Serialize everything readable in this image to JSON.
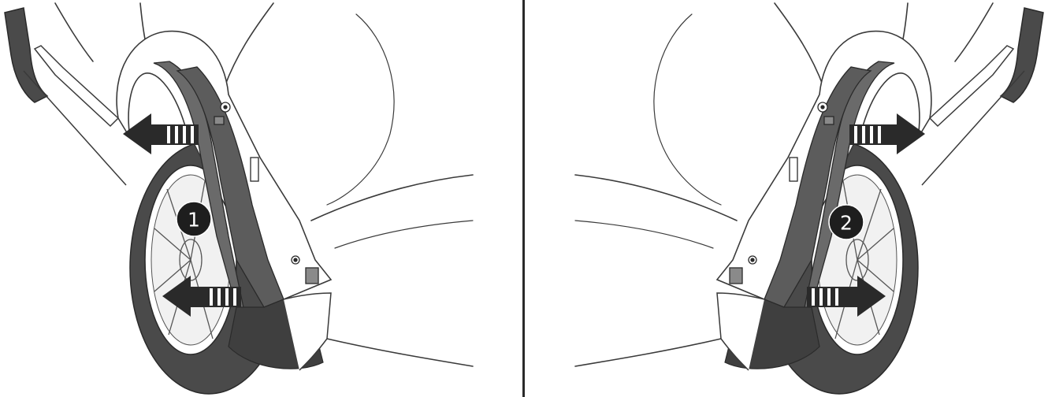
{
  "panels": [
    {
      "step": "1",
      "direction": "left"
    },
    {
      "step": "2",
      "direction": "right"
    }
  ],
  "colors": {
    "line": "#3a3a3a",
    "tyre": "#4a4a4a",
    "liner": "#5c5c5c",
    "liner_dark": "#3f3f3f",
    "arrow": "#2a2a2a",
    "badge": "#1e1e1e",
    "body_fill": "#ffffff"
  }
}
